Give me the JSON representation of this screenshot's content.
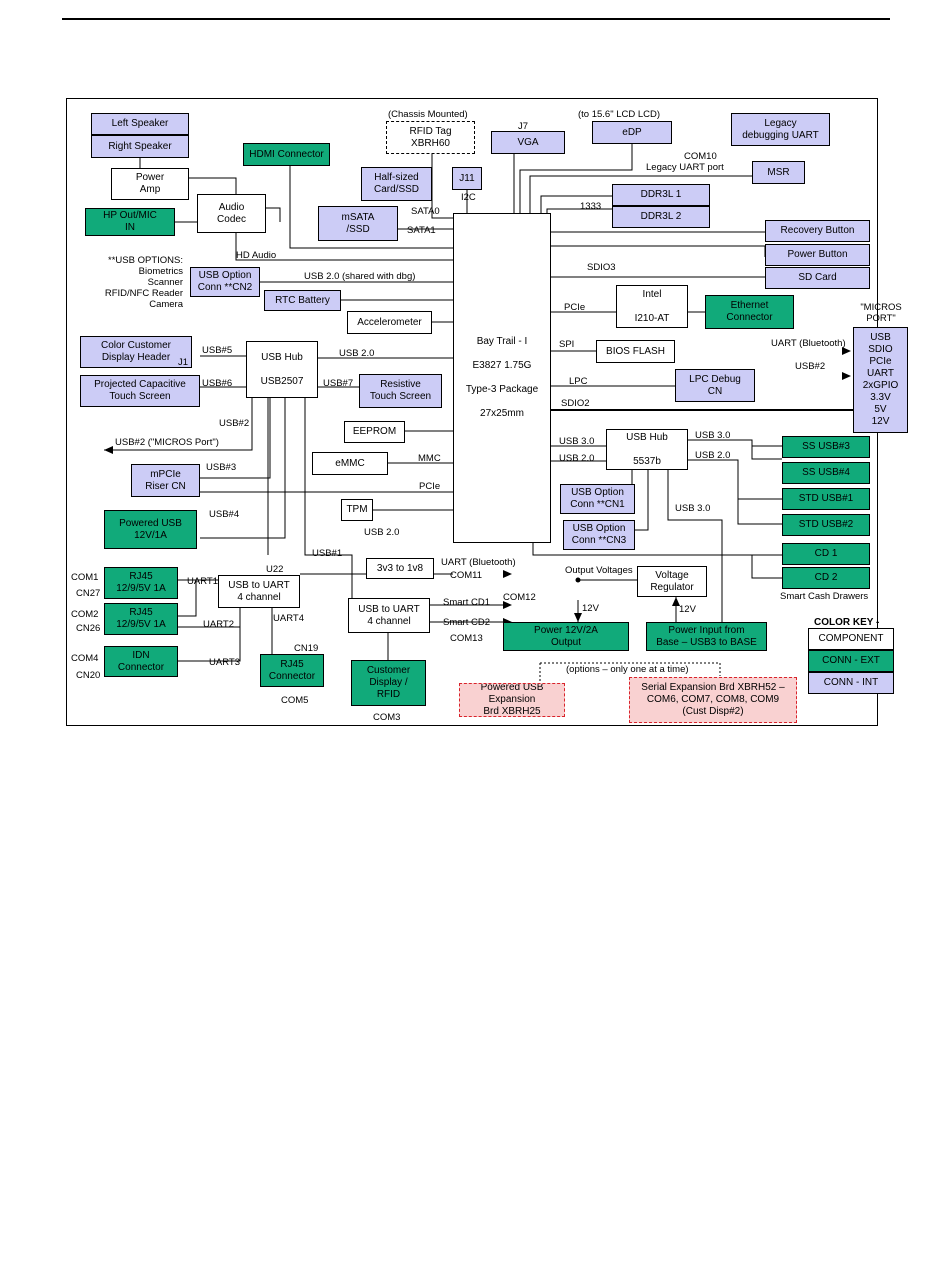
{
  "components": {
    "left_speaker": "Left Speaker",
    "right_speaker": "Right Speaker",
    "power_amp": "Power\nAmp",
    "hdmi": "HDMI Connector",
    "audio_codec": "Audio\nCodec",
    "hp_out": "HP Out/MIC\nIN",
    "rfid_tag": "RFID Tag\nXBRH60",
    "half_sized": "Half-sized\nCard/SSD",
    "j11": "J11",
    "vga": "VGA",
    "edp": "eDP",
    "legacy_uart": "Legacy\ndebugging UART",
    "msr": "MSR",
    "msata": "mSATA\n/SSD",
    "ddr1": "DDR3L 1",
    "ddr2": "DDR3L 2",
    "recovery": "Recovery Button",
    "power_button": "Power Button",
    "sd_card": "SD Card",
    "usb_option_cn2": "USB Option\nConn **CN2",
    "rtc": "RTC Battery",
    "accelerometer": "Accelerometer",
    "soc": "Bay Trail - I\n\nE3827 1.75G\n\nType-3 Package\n\n27x25mm",
    "intel": "Intel\n\nI210-AT",
    "ethernet": "Ethernet\nConnector",
    "micros_port": "USB\nSDIO\nPCIe\nUART\n2xGPIO\n3.3V\n5V\n12V",
    "color_customer": "Color Customer\nDisplay Header",
    "usb_hub_2507": "USB Hub\n\nUSB2507",
    "projected": "Projected Capacitive\nTouch Screen",
    "resistive": "Resistive\nTouch Screen",
    "bios": "BIOS FLASH",
    "lpc_debug": "LPC Debug\nCN",
    "eeprom": "EEPROM",
    "emmc": "eMMC",
    "usb_hub_5537": "USB Hub\n\n5537b",
    "ss_usb3": "SS USB#3",
    "ss_usb4": "SS USB#4",
    "mpcie": "mPCIe\nRiser CN",
    "usb_option_cn1": "USB Option\nConn **CN1",
    "std_usb1": "STD USB#1",
    "tpm": "TPM",
    "powered_usb": "Powered USB\n12V/1A",
    "usb_option_cn3": "USB Option\nConn **CN3",
    "std_usb2": "STD USB#2",
    "cd1": "CD 1",
    "cd2": "CD 2",
    "rj45_1": "RJ45\n12/9/5V 1A",
    "usb_uart_u22": "USB to UART\n4 channel",
    "conv_3v3": "3v3 to 1v8",
    "voltage_reg": "Voltage\nRegulator",
    "rj45_2": "RJ45\n12/9/5V 1A",
    "usb_uart_2": "USB to UART\n4 channel",
    "power_12v": "Power  12V/2A\nOutput",
    "power_input": "Power Input from\nBase – USB3 to BASE",
    "idn": "IDN\nConnector",
    "rj45_cn19": "RJ45\nConnector",
    "customer_display": "Customer\nDisplay /\nRFID",
    "powered_usb_exp": "Powered USB Expansion\nBrd XBRH25",
    "serial_exp": "Serial Expansion  Brd XBRH52 –\nCOM6, COM7, COM8, COM9\n(Cust Disp#2)"
  },
  "key": {
    "title": "COLOR KEY -",
    "component": "COMPONENT",
    "conn_ext": "CONN  - EXT",
    "conn_int": "CONN  - INT"
  },
  "labels": {
    "chassis_mounted": "(Chassis Mounted)",
    "to_lcd": "(to 15.6\" LCD LCD)",
    "j7": "J7",
    "com10": "COM10",
    "legacy_port": "Legacy UART port",
    "i2c": "I2C",
    "sata0": "SATA0",
    "sata1": "SATA1",
    "ddr_1333": "1333",
    "hd_audio": "HD Audio",
    "usb_options": "**USB OPTIONS:\nBiometrics\nScanner\nRFID/NFC Reader\nCamera",
    "sdio3": "SDIO3",
    "usb20_shared": "USB 2.0 (shared with dbg)",
    "pcie_intel": "PCIe",
    "micros_header": "\"MICROS\nPORT\"",
    "j1": "J1",
    "usb5": "USB#5",
    "usb20_hub": "USB 2.0",
    "spi": "SPI",
    "uart_bt_right": "UART (Bluetooth)",
    "usb2_right": "USB#2",
    "usb6": "USB#6",
    "usb7": "USB#7",
    "lpc": "LPC",
    "sdio2": "SDIO2",
    "usb2_hub": "USB#2",
    "usb2_micros_port": "USB#2 (\"MICROS Port\")",
    "usb30_soc": "USB 3.0",
    "usb30_ss3": "USB 3.0",
    "mmc": "MMC",
    "usb20_soc_hub": "USB 2.0",
    "usb20_hub_ss4": "USB 2.0",
    "usb3": "USB#3",
    "pcie_mpcie": "PCIe",
    "usb30_power": "USB 3.0",
    "usb4": "USB#4",
    "usb20_tpm": "USB 2.0",
    "u22": "U22",
    "usb1": "USB#1",
    "uart_bt_bottom": "UART (Bluetooth)",
    "com11": "COM11",
    "output_voltages": "Output Voltages",
    "smart_cash": "Smart Cash Drawers",
    "com1": "COM1",
    "cn27": "CN27",
    "uart1": "UART1",
    "com12": "COM12",
    "smart_cd1": "Smart CD1",
    "v12_left": "12V",
    "v12_right": "12V",
    "com2": "COM2",
    "cn26": "CN26",
    "uart4": "UART4",
    "uart2": "UART2",
    "smart_cd2": "Smart CD2",
    "com13": "COM13",
    "cn19": "CN19",
    "com4": "COM4",
    "cn20": "CN20",
    "uart3": "UART3",
    "options_only_one": "(options – only one at a time)",
    "com5": "COM5",
    "com3": "COM3"
  }
}
